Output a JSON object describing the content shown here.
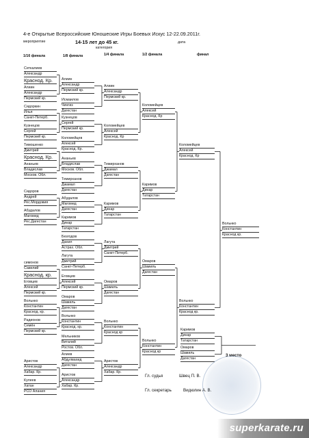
{
  "header": {
    "title": "4-е Открытые Всероссийские Юношеские Игры Боевых Искус 12-22.09.2011г.",
    "event_label": "мероприятие",
    "weight": "14-15 лет до 45 кг.",
    "category_label": "категория",
    "date_label": "дата"
  },
  "rounds": [
    "1/16 финала",
    "1/8 финала",
    "1/4 финала",
    "1/2 финала",
    "финал"
  ],
  "r16": [
    [
      "Сеткалиев",
      "Александр",
      "Краснод. Кр."
    ],
    [
      "Алиин",
      "Александр",
      "Пермский кр."
    ],
    [
      "Сидоркин",
      "Илья",
      "Санкт-Петерб."
    ],
    [
      "Кузнецов",
      "Сергей",
      "Пермский кр."
    ],
    [
      "Тимошенко",
      "Дмитрий",
      "Краснод. Кр."
    ],
    [
      "Ананьев",
      "Владислав",
      "Москов. Обл."
    ],
    [
      "Сидоров",
      "Андрей",
      "Рес.Мордовия"
    ],
    [
      "Абудалов",
      "Магомед",
      "Рес.Дагестан"
    ],
    [
      "симонов",
      "Савелий",
      "Краснод. кр."
    ],
    [
      "Еговцев",
      "Алексей",
      "Пермский кр."
    ],
    [
      "Вольнко",
      "Константин",
      "Краснод. кр."
    ],
    [
      "Радионов",
      "Семён",
      "Пермский кр."
    ],
    [
      "Аристов",
      "Александр",
      "Хабар. Кр."
    ],
    [
      "Кулеев",
      "Хатан",
      "РСО Алания"
    ]
  ],
  "r8": [
    [
      "Алиин",
      "Александр",
      "Пермский кр."
    ],
    [
      "Исмаилов",
      "Чингиз",
      "Дагестан"
    ],
    [
      "Кузнецов",
      "Сергей",
      "Пермский кр."
    ],
    [
      "Коломейцев",
      "Алексей",
      "Краснод. Кр."
    ],
    [
      "Ананьев",
      "Владислав",
      "Москов. Обл."
    ],
    [
      "Темирханов",
      "Джамал",
      "Дагестан"
    ],
    [
      "Абудалов",
      "Магомед",
      "Дагестан"
    ],
    [
      "Каримов",
      "Динар",
      "Татарстан"
    ],
    [
      "Безгодов",
      "Данил",
      "Астрах. Обл."
    ],
    [
      "Лагута",
      "Дмитрий",
      "Санкт-Петерб."
    ],
    [
      "Еговцев",
      "Алексей",
      "Пермский кр."
    ],
    [
      "Омаров",
      "Шамиль",
      "Дагестан"
    ],
    [
      "Вольнко",
      "Константин",
      "Краснод. кр."
    ],
    [
      "Мельников",
      "Виталий",
      "Ростов. Обл."
    ],
    [
      "Алиев",
      "Абдулвахид",
      "Дагестан"
    ],
    [
      "Аристов",
      "Александр",
      "Хабар. Кр."
    ]
  ],
  "r4": [
    [
      "Алиин",
      "Александр",
      "Пермский кр."
    ],
    [
      "Коломейцев",
      "Алексей",
      "Краснод. Кр"
    ],
    [
      "Темирханов",
      "Джамал",
      "Дагестан"
    ],
    [
      "Каримов",
      "Динар",
      "Татарстан"
    ],
    [
      "Лагута",
      "Дмитрий",
      "Санкт-Петерб."
    ],
    [
      "Омаров",
      "Шамиль",
      "Дагестан"
    ],
    [
      "Вольнко",
      "Константин",
      "Краснод кр"
    ],
    [
      "Аристов",
      "Александр",
      "Хабар. Кр."
    ]
  ],
  "r2": [
    [
      "Коломейцев",
      "Алексей",
      "Краснод. Кр"
    ],
    [
      "Каримов",
      "Динар",
      "Татарстан"
    ],
    [
      "Омаров",
      "Шамиль",
      "Дагестан"
    ],
    [
      "Вольнко",
      "Константин",
      "Краснод кр"
    ]
  ],
  "final": [
    [
      "Коломейцев",
      "Алексей",
      "Краснод. Кр"
    ],
    [
      "Вольнко",
      "Константин",
      "Краснод кр."
    ]
  ],
  "champion": [
    "Вольнко",
    "Константин",
    "Краснод кр."
  ],
  "third": {
    "label": "3 место",
    "a": [
      "Каримов",
      "Динар",
      "Татарстан"
    ],
    "b": [
      "Омаров",
      "Шамиль",
      "Дагестан"
    ]
  },
  "footer": {
    "judge_label": "Гл. судья",
    "judge_name": "Швец П. В.",
    "secretary_label": "Гл. секретарь",
    "secretary_name": "Видюлин А. В."
  },
  "watermark": "superkarate.ru"
}
